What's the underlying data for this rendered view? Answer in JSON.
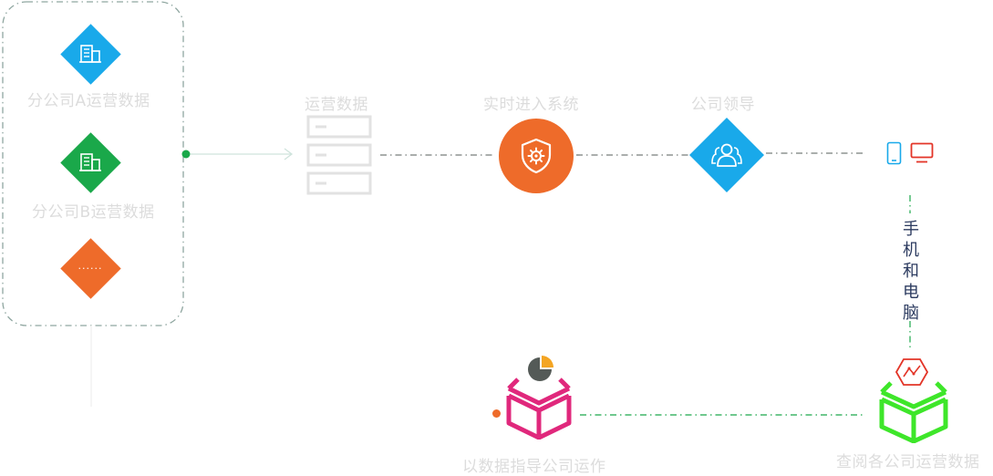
{
  "branches": {
    "branch_a_label": "分公司A运营数据",
    "branch_b_label": "分公司B运营数据",
    "more_label": "......"
  },
  "nodes": {
    "operational_data": "运营数据",
    "enter_system": "实时进入系统",
    "company_leadership": "公司领导",
    "phone_and_computer": "手机和电脑",
    "guide_operations": "以数据指导公司运作",
    "view_branch_data": "查阅各公司运营数据"
  },
  "colors": {
    "blue": "#19a9ea",
    "green": "#1aa84a",
    "orange": "#ee6b2a",
    "magenta": "#e0287c",
    "lime": "#3ee62a",
    "red": "#e33528",
    "dash_line": "#1aa84a",
    "gray_line": "#9aa0a6"
  },
  "icons": {
    "branch_a": "building-icon",
    "branch_b": "building-icon",
    "system": "shield-gear-icon",
    "leadership": "users-icon",
    "phone": "phone-icon",
    "monitor": "monitor-icon",
    "pie": "pie-chart-icon",
    "box_magenta": "open-box-icon",
    "box_green": "open-box-icon",
    "trend": "trend-hexagon-icon"
  }
}
